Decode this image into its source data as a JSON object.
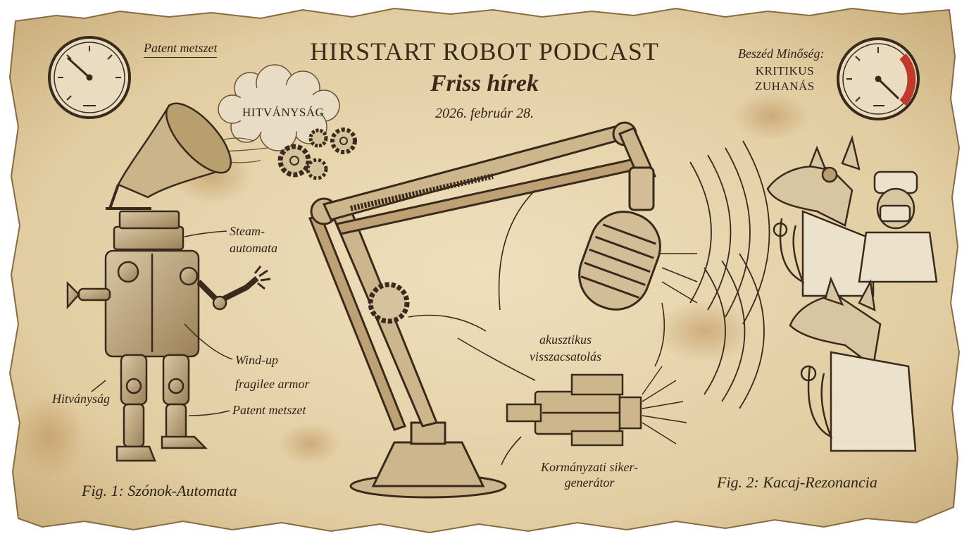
{
  "header": {
    "title": "HIRSTART ROBOT PODCAST",
    "subtitle": "Friss hírek",
    "date": "2026. február 28."
  },
  "left_gauge_caption": "Patent metszet",
  "speech_quality": {
    "heading": "Beszéd Minőség:",
    "line1": "KRITIKUS",
    "line2": "ZUHANÁS"
  },
  "gramophone_cloud_word": "HITVÁNYSÁG",
  "robot_annotations": {
    "steam_line1": "Steam-",
    "steam_line2": "automata",
    "wind_line1": "Wind-up",
    "wind_line2": "fragilee armor",
    "patent": "Patent metszet",
    "hitvanysag": "Hitványság"
  },
  "microphone_annotations": {
    "feedback_line1": "akusztikus",
    "feedback_line2": "visszacsatolás",
    "generator_line1": "Kormányzati siker-",
    "generator_line2": "generátor"
  },
  "figures": {
    "fig1": "Fig. 1: Szónok-Automata",
    "fig2": "Fig. 2: Kacaj-Rezonancia"
  },
  "colors": {
    "paper": "#e6d3ad",
    "ink": "#3a2a1c",
    "gauge_red": "#c0392b"
  }
}
